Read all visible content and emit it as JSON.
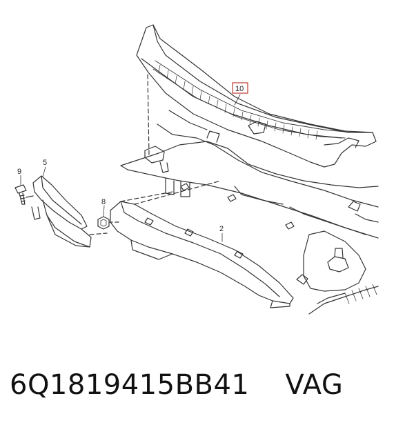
{
  "callouts": {
    "c2": "2",
    "c5": "5",
    "c8": "8",
    "c9": "9",
    "c10": "10"
  },
  "caption": {
    "part_number": "6Q1819415BB41",
    "brand": "VAG"
  },
  "colors": {
    "line": "#333333",
    "highlight": "#c0392b",
    "background": "#ffffff"
  }
}
